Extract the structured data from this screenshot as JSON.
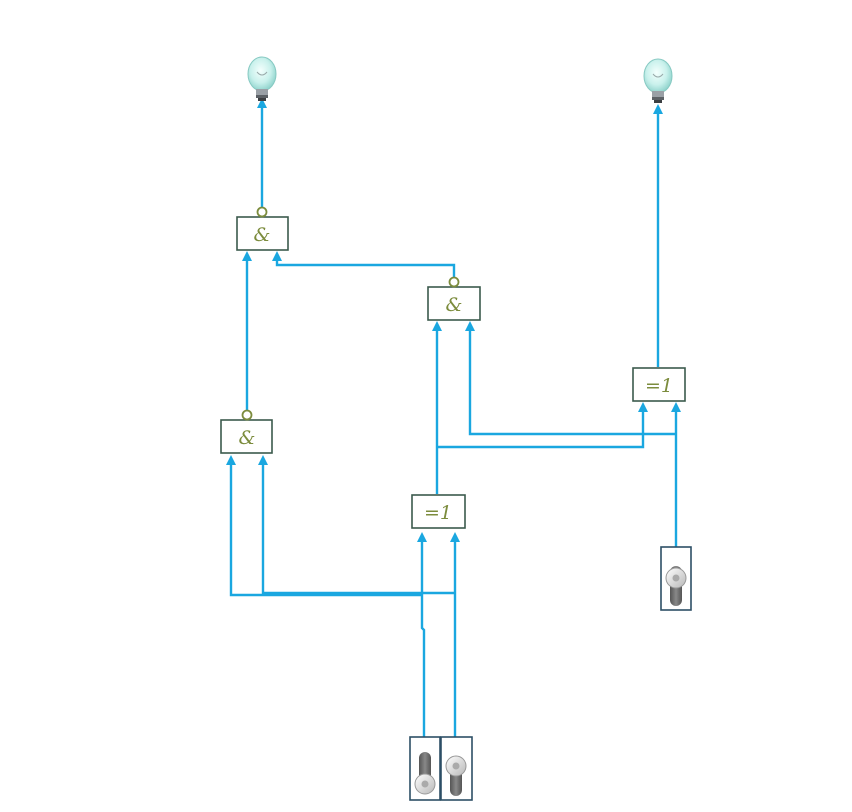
{
  "gates": [
    {
      "id": "and-top",
      "label": "&",
      "inverted_output": true
    },
    {
      "id": "and-middle",
      "label": "&",
      "inverted_output": true
    },
    {
      "id": "and-left",
      "label": "&",
      "inverted_output": true
    },
    {
      "id": "xor-bottom",
      "label": "=1",
      "inverted_output": false
    },
    {
      "id": "xor-right",
      "label": "=1",
      "inverted_output": false
    }
  ],
  "outputs": [
    "lamp-left",
    "lamp-right"
  ],
  "inputs": [
    {
      "id": "switch-a",
      "state": "down"
    },
    {
      "id": "switch-b",
      "state": "up"
    },
    {
      "id": "switch-c",
      "state": "up"
    }
  ],
  "colors": {
    "wire": "#1aa7e0",
    "gate_border": "#3b5a4c",
    "gate_text": "#7c8c3d"
  }
}
